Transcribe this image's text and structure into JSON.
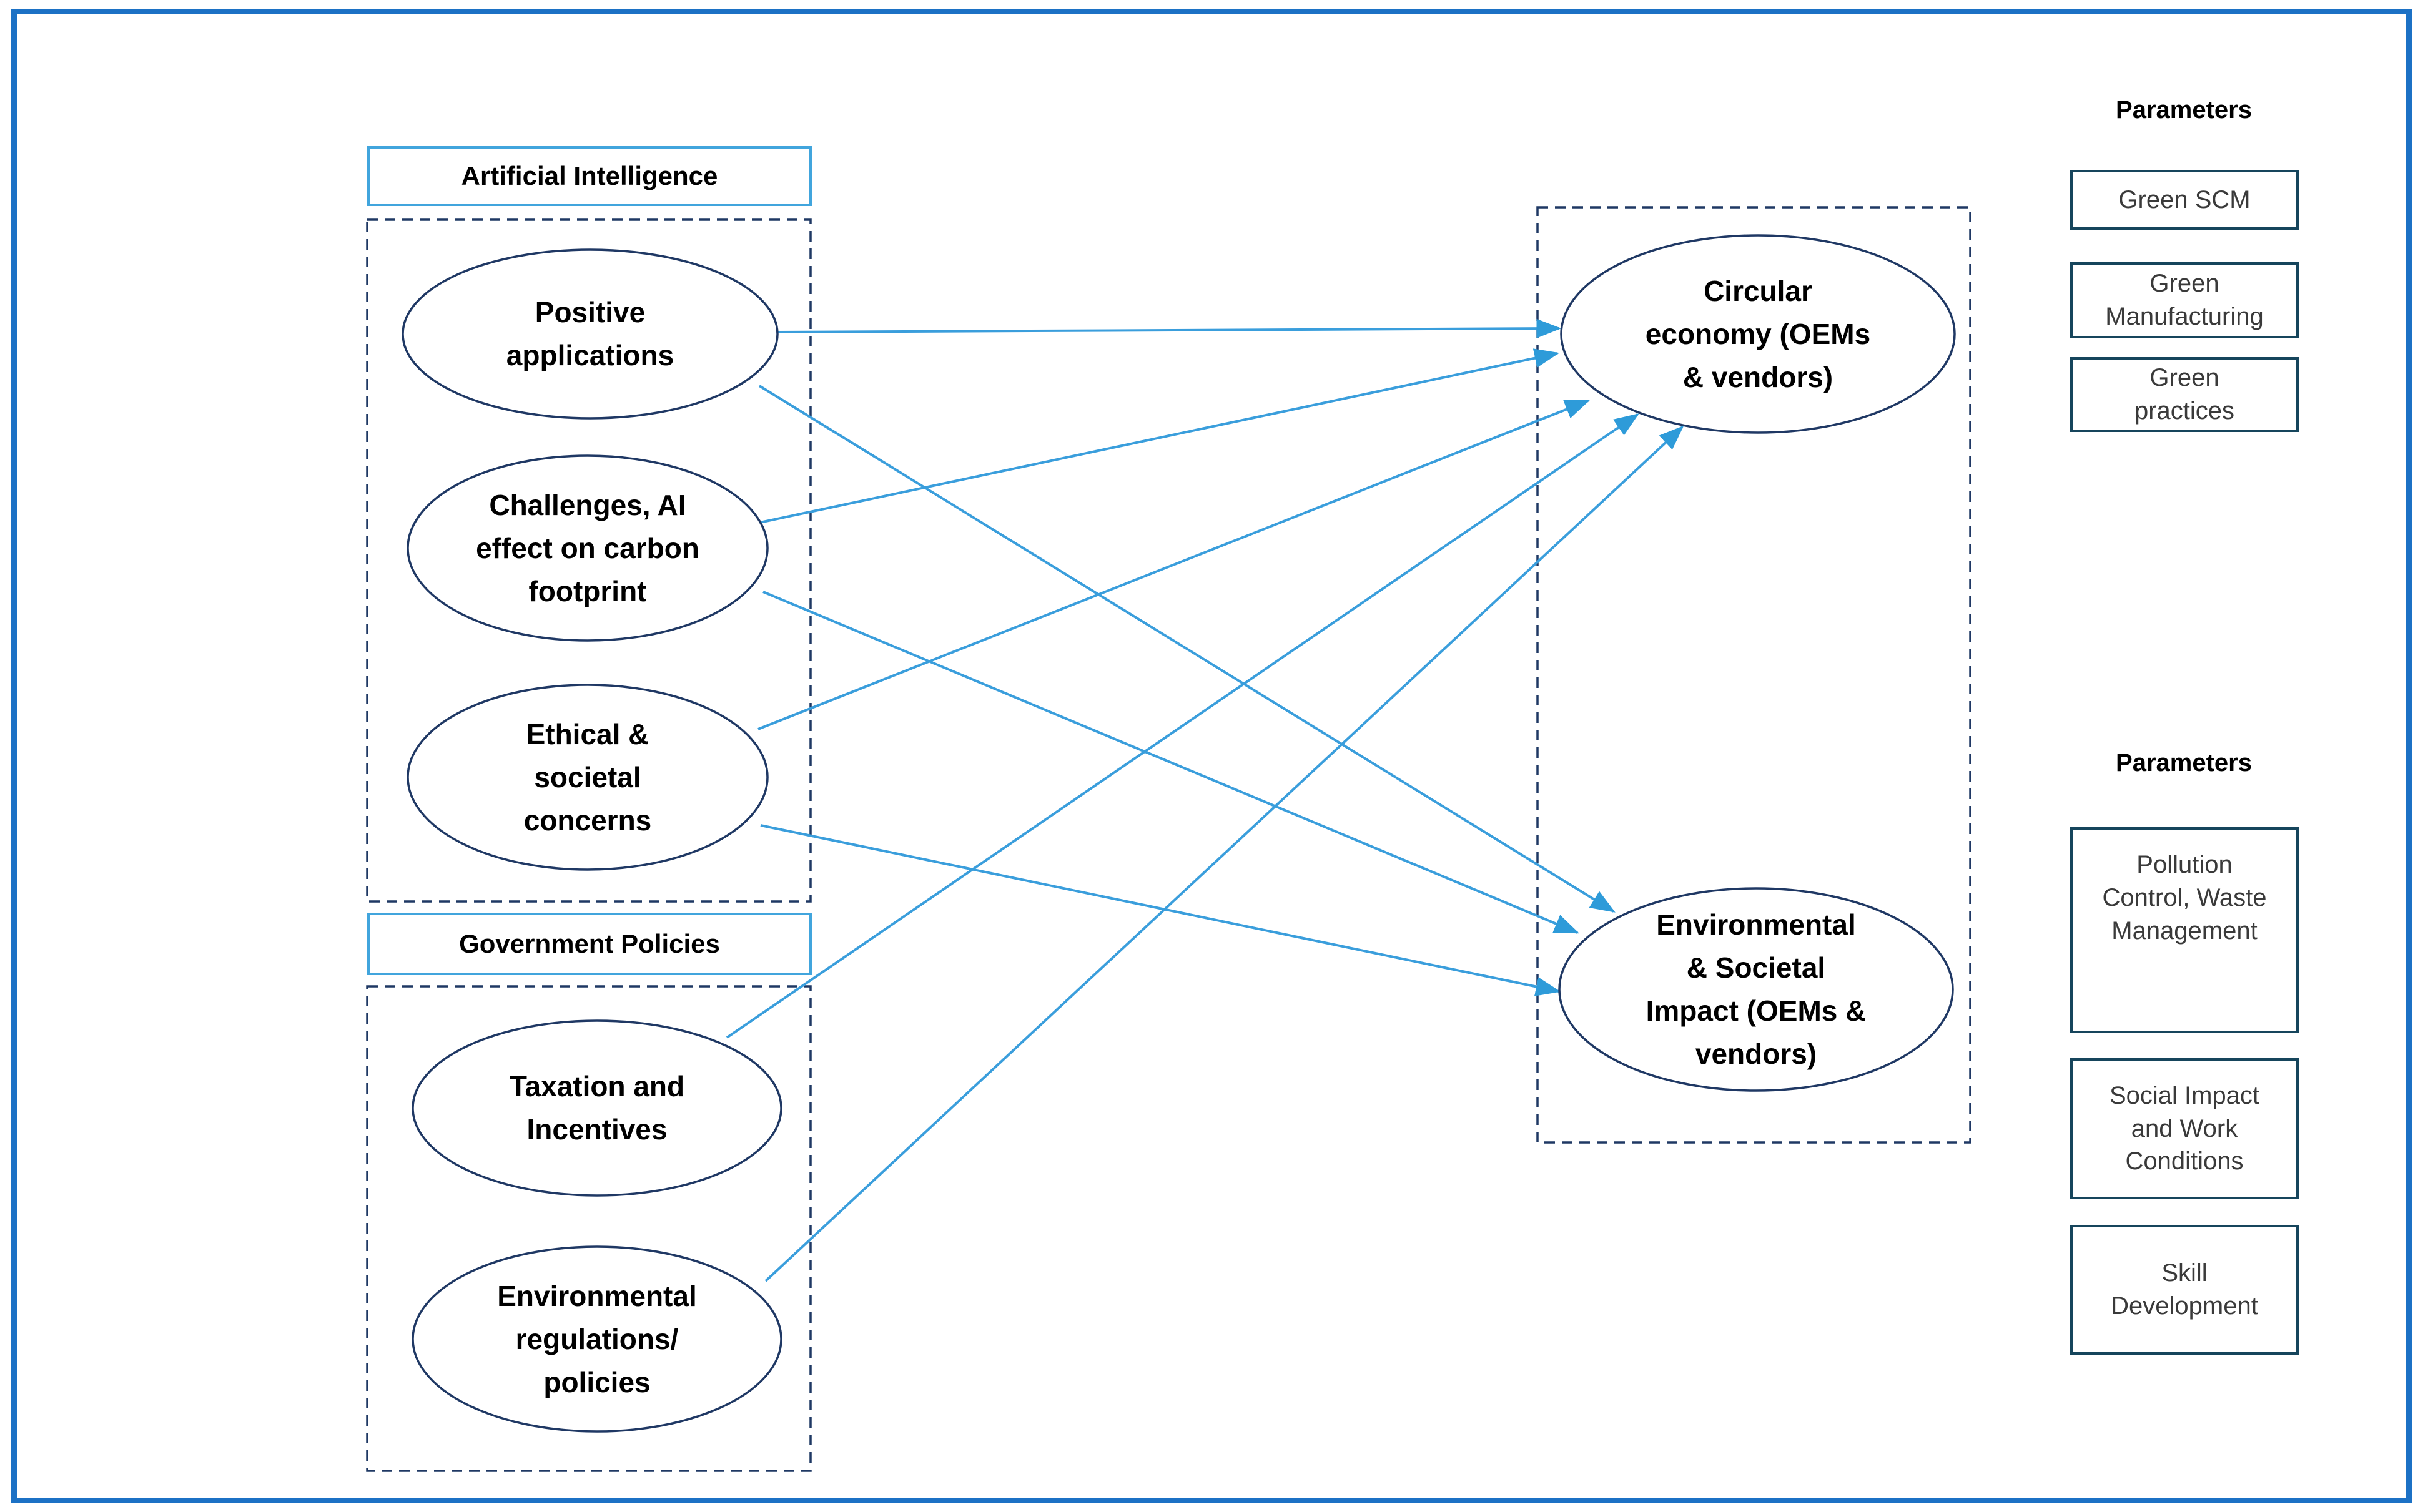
{
  "diagram": {
    "groups": [
      {
        "label": "Artificial Intelligence",
        "nodes": [
          {
            "id": "positive-applications",
            "label": "Positive\napplications"
          },
          {
            "id": "challenges-ai-carbon-footprint",
            "label": "Challenges, AI\neffect on carbon\nfootprint"
          },
          {
            "id": "ethical-societal-concerns",
            "label": "Ethical &\nsocietal\nconcerns"
          }
        ]
      },
      {
        "label": "Government Policies",
        "nodes": [
          {
            "id": "taxation-incentives",
            "label": "Taxation and\nIncentives"
          },
          {
            "id": "environmental-regulations-policies",
            "label": "Environmental\nregulations/\npolicies"
          }
        ]
      }
    ],
    "outcomes": [
      {
        "id": "circular-economy",
        "label": "Circular\neconomy (OEMs\n& vendors)"
      },
      {
        "id": "environmental-societal-impact",
        "label": "Environmental\n& Societal\nImpact (OEMs &\nvendors)"
      }
    ],
    "edges": [
      {
        "from": "positive-applications",
        "to": "circular-economy"
      },
      {
        "from": "positive-applications",
        "to": "environmental-societal-impact"
      },
      {
        "from": "challenges-ai-carbon-footprint",
        "to": "circular-economy"
      },
      {
        "from": "challenges-ai-carbon-footprint",
        "to": "environmental-societal-impact"
      },
      {
        "from": "ethical-societal-concerns",
        "to": "circular-economy"
      },
      {
        "from": "ethical-societal-concerns",
        "to": "environmental-societal-impact"
      },
      {
        "from": "taxation-incentives",
        "to": "circular-economy"
      },
      {
        "from": "environmental-regulations-policies",
        "to": "circular-economy"
      }
    ]
  },
  "parameter_panels": [
    {
      "title": "Parameters",
      "items": [
        "Green SCM",
        "Green\nManufacturing",
        "Green\npractices"
      ]
    },
    {
      "title": "Parameters",
      "items": [
        "Pollution\nControl, Waste\nManagement",
        "Social Impact\nand Work\nConditions",
        "Skill\nDevelopment"
      ]
    }
  ],
  "colors": {
    "outer_border": "#1C71C5",
    "group_label_border": "#41A5DD",
    "dashed_box": "#1F3864",
    "ellipse_stroke": "#1F3864",
    "arrow": "#2E9BD9",
    "node_text": "#000000",
    "parameter_text": "#3A3A3A",
    "parameter_box_border": "#16455C"
  }
}
